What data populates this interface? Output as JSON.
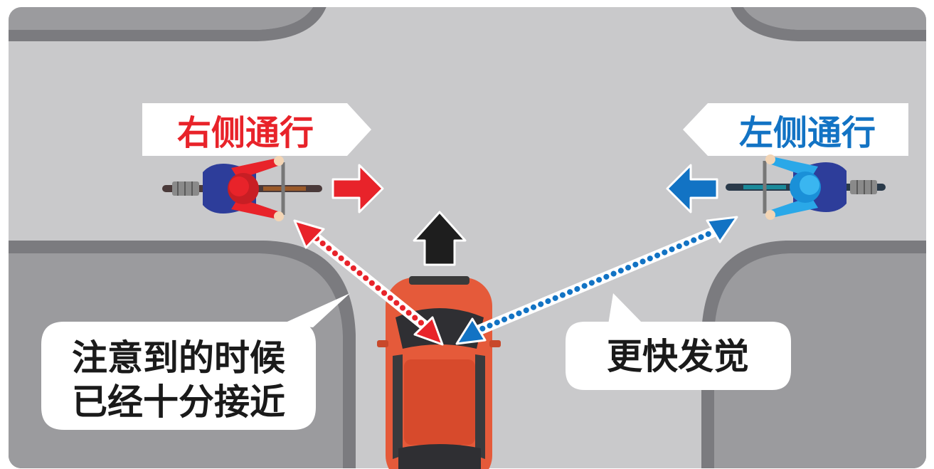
{
  "labels": {
    "right_side": "右侧通行",
    "left_side": "左侧通行",
    "bubble_left_line1": "注意到的时候",
    "bubble_left_line2": "已经十分接近",
    "bubble_right": "更快发觉"
  },
  "colors": {
    "background": "#ffffff",
    "road": "#c9c9cb",
    "sidewalk": "#9b9b9e",
    "curb": "#7b7b7f",
    "red": "#e8232a",
    "blue": "#1273c4",
    "car": "#e55a3a",
    "black": "#1e1e1e",
    "bubble": "#ffffff",
    "text_dark": "#1a1a1a"
  },
  "icons": {
    "cyclist_right": "cyclist-red-icon",
    "cyclist_left": "cyclist-blue-icon",
    "arrow_right": "arrow-right-red-icon",
    "arrow_left": "arrow-left-blue-icon",
    "arrow_up": "arrow-up-black-icon",
    "car": "car-top-view-icon"
  }
}
